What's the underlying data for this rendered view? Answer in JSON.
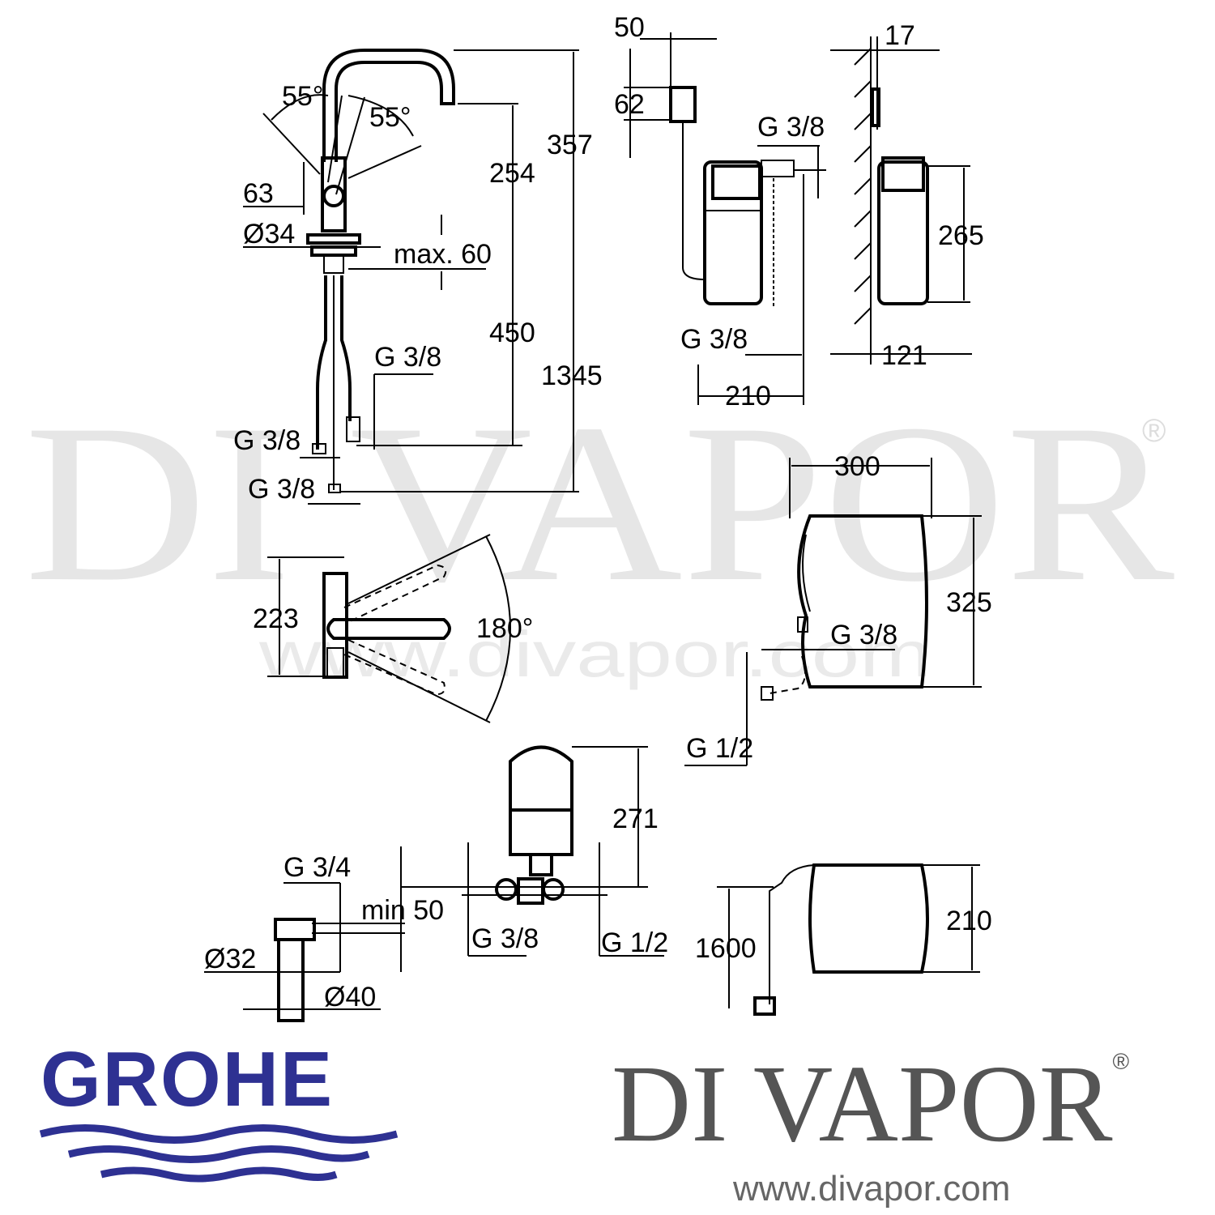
{
  "watermark": {
    "brand": "DI VAPOR",
    "registered_mark": "®",
    "url": "www.divapor.com"
  },
  "logos": {
    "grohe": "GROHE",
    "divapor": "DI VAPOR",
    "divapor_registered": "®",
    "divapor_url": "www.divapor.com"
  },
  "tap_elevation": {
    "angle_left": "55°",
    "angle_right": "55°",
    "width_63": "63",
    "diameter_34": "Ø34",
    "max_60": "max. 60",
    "spout_254": "254",
    "height_357": "357",
    "hose_450": "450",
    "total_1345": "1345",
    "thread_right": "G 3/8",
    "thread_left": "G 3/8",
    "thread_bottom": "G 3/8"
  },
  "tap_plan": {
    "height_223": "223",
    "swivel_180": "180°"
  },
  "filter_unit": {
    "offset_50": "50",
    "head_62": "62",
    "thread_top": "G 3/8",
    "thread_bottom": "G 3/8",
    "width_210": "210",
    "wall_17": "17",
    "height_265": "265",
    "depth_121": "121"
  },
  "boiler_front": {
    "width_300": "300",
    "height_325": "325",
    "thread_outlet": "G 3/8",
    "thread_inlet": "G 1/2"
  },
  "boiler_side": {
    "height_210": "210",
    "cable_1600": "1600"
  },
  "expansion_vessel": {
    "height_271": "271",
    "thread_left": "G 3/8",
    "thread_right": "G 1/2"
  },
  "waste_fitting": {
    "thread_34": "G 3/4",
    "min_50": "min 50",
    "diameter_32": "Ø32",
    "diameter_40": "Ø40"
  },
  "colors": {
    "grohe_blue": "#2e3192",
    "divapor_grey": "#555555",
    "watermark_grey": "#e6e6e6"
  }
}
